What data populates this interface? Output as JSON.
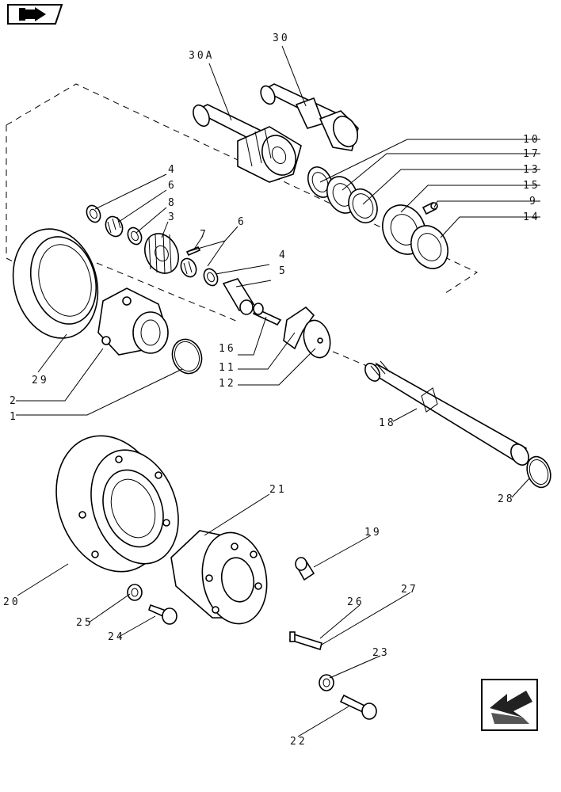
{
  "navigation": {
    "back_icon": "page-back-icon",
    "next_icon": "page-next-arrow-icon"
  },
  "callouts": {
    "c30A": "30A",
    "c30": "30",
    "c10": "10",
    "c17": "17",
    "c13": "13",
    "c15": "15",
    "c9": "9",
    "c14": "14",
    "c4a": "4",
    "c6a": "6",
    "c8": "8",
    "c3": "3",
    "c7": "7",
    "c6b": "6",
    "c4b": "4",
    "c5": "5",
    "c16": "16",
    "c11": "11",
    "c12": "12",
    "c29": "29",
    "c2": "2",
    "c1": "1",
    "c18": "18",
    "c28": "28",
    "c21": "21",
    "c19": "19",
    "c20": "20",
    "c25": "25",
    "c24": "24",
    "c26": "26",
    "c27": "27",
    "c23": "23",
    "c22": "22"
  }
}
